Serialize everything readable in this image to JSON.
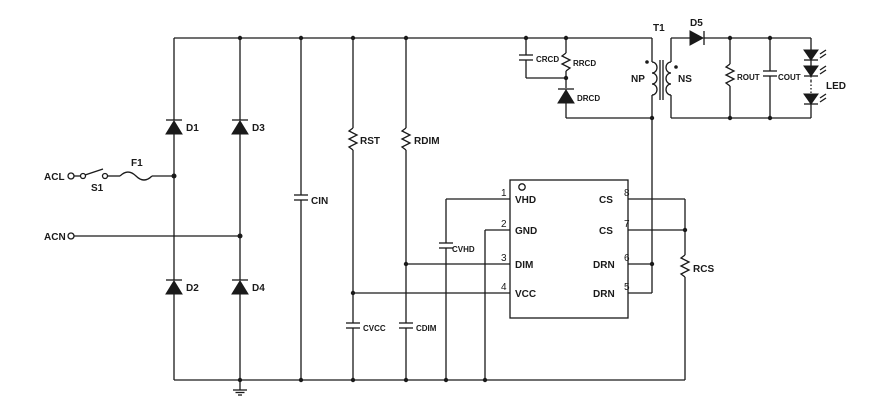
{
  "labels": {
    "acl": "ACL",
    "acn": "ACN",
    "s1": "S1",
    "f1": "F1",
    "d1": "D1",
    "d2": "D2",
    "d3": "D3",
    "d4": "D4",
    "cin": "CIN",
    "rst": "RST",
    "rdim": "RDIM",
    "cvcc": "CVCC",
    "cdim": "CDIM",
    "cvhd": "CVHD",
    "crcd": "CRCD",
    "rrcd": "RRCD",
    "drcd": "DRCD",
    "t1": "T1",
    "np": "NP",
    "ns": "NS",
    "d5": "D5",
    "rout": "ROUT",
    "cout": "COUT",
    "led": "LED",
    "rcs": "RCS"
  },
  "ic": {
    "pins_left": [
      {
        "num": "1",
        "name": "VHD"
      },
      {
        "num": "2",
        "name": "GND"
      },
      {
        "num": "3",
        "name": "DIM"
      },
      {
        "num": "4",
        "name": "VCC"
      }
    ],
    "pins_right": [
      {
        "num": "8",
        "name": "CS"
      },
      {
        "num": "7",
        "name": "CS"
      },
      {
        "num": "6",
        "name": "DRN"
      },
      {
        "num": "5",
        "name": "DRN"
      }
    ]
  }
}
